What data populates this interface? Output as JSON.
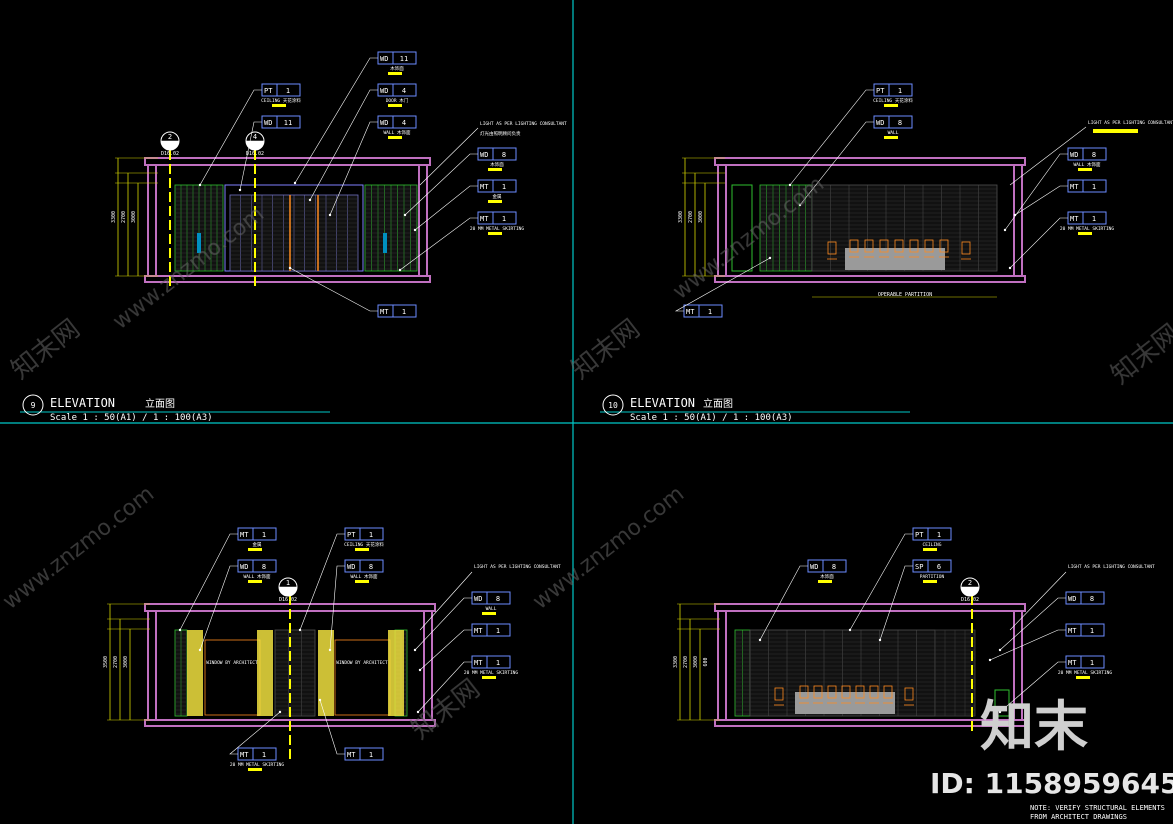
{
  "colors": {
    "background": "#000000",
    "frame": "#00c8c8",
    "tag_box": "#6c8cff",
    "leader": "#ffffff",
    "dim": "#d8d800",
    "wall": "#c070c0",
    "cabinet": "#30c030",
    "furniture": "#ff8a20",
    "yellow": "#ffff00",
    "watermark": "#555555"
  },
  "views": [
    {
      "title_number": "9",
      "title": "ELEVATION",
      "title_cn": "立面图",
      "scale": "Scale 1 : 50(A1) / 1 : 100(A3)",
      "section_markers": [
        {
          "num": "2",
          "ref": "D16.02"
        },
        {
          "num": "4",
          "ref": "D16.02"
        }
      ],
      "tags": [
        {
          "code": "WD",
          "num": "11",
          "sub": "木饰面"
        },
        {
          "code": "PT",
          "num": "1",
          "sub": "CEILING 天花涂料"
        },
        {
          "code": "WD",
          "num": "11",
          "sub": ""
        },
        {
          "code": "WD",
          "num": "4",
          "sub": "DOOR 木门"
        },
        {
          "code": "WD",
          "num": "4",
          "sub": "WALL 木饰面"
        },
        {
          "code": "WD",
          "num": "8",
          "sub": "木饰面"
        },
        {
          "code": "MT",
          "num": "1",
          "sub": "金属"
        },
        {
          "code": "MT",
          "num": "1",
          "sub": "20 MM METAL SKIRTING"
        },
        {
          "code": "MT",
          "num": "1",
          "sub": ""
        }
      ],
      "notes": [
        "LIGHT AS PER LIGHTING CONSULTANT",
        "灯光由照明顾问负责"
      ],
      "dims": [
        "3300",
        "2700",
        "3000"
      ]
    },
    {
      "title_number": "10",
      "title": "ELEVATION",
      "title_cn": "立面图",
      "scale": "Scale 1 : 50(A1) / 1 : 100(A3)",
      "tags": [
        {
          "code": "PT",
          "num": "1",
          "sub": "CEILING 天花涂料"
        },
        {
          "code": "WD",
          "num": "8",
          "sub": "WALL"
        },
        {
          "code": "WD",
          "num": "8",
          "sub": "WALL 木饰面"
        },
        {
          "code": "MT",
          "num": "1",
          "sub": ""
        },
        {
          "code": "MT",
          "num": "1",
          "sub": "20 MM METAL SKIRTING"
        },
        {
          "code": "MT",
          "num": "1",
          "sub": ""
        }
      ],
      "notes": [
        "LIGHT AS PER LIGHTING CONSULTANT",
        "OPERABLE PARTITION"
      ],
      "dims": [
        "3300",
        "2700",
        "3000"
      ]
    },
    {
      "section_markers": [
        {
          "num": "1",
          "ref": "D16.02"
        }
      ],
      "tags": [
        {
          "code": "MT",
          "num": "1",
          "sub": "金属"
        },
        {
          "code": "PT",
          "num": "1",
          "sub": "CEILING 天花涂料"
        },
        {
          "code": "WD",
          "num": "8",
          "sub": "WALL 木饰面"
        },
        {
          "code": "WD",
          "num": "8",
          "sub": "WALL 木饰面"
        },
        {
          "code": "WD",
          "num": "8",
          "sub": "WALL"
        },
        {
          "code": "MT",
          "num": "1",
          "sub": ""
        },
        {
          "code": "MT",
          "num": "1",
          "sub": "20 MM METAL SKIRTING"
        },
        {
          "code": "MT",
          "num": "1",
          "sub": "20 MM METAL SKIRTING"
        },
        {
          "code": "MT",
          "num": "1",
          "sub": ""
        }
      ],
      "notes": [
        "LIGHT AS PER LIGHTING CONSULTANT",
        "WINDOW BY ARCHITECT",
        "WINDOW BY ARCHITECT"
      ],
      "dims": [
        "3500",
        "2700",
        "3000"
      ]
    },
    {
      "section_markers": [
        {
          "num": "2",
          "ref": "D16.02"
        }
      ],
      "tags": [
        {
          "code": "PT",
          "num": "1",
          "sub": "CEILING"
        },
        {
          "code": "WD",
          "num": "8",
          "sub": "木饰面"
        },
        {
          "code": "SP",
          "num": "6",
          "sub": "PARTITION"
        },
        {
          "code": "WD",
          "num": "8",
          "sub": ""
        },
        {
          "code": "MT",
          "num": "1",
          "sub": ""
        },
        {
          "code": "MT",
          "num": "1",
          "sub": "20 MM METAL SKIRTING"
        }
      ],
      "notes": [
        "LIGHT AS PER LIGHTING CONSULTANT"
      ],
      "dims": [
        "3300",
        "2700",
        "3000",
        "600"
      ]
    }
  ],
  "watermark": {
    "site": "www.znzmo.com",
    "brand": "知末网",
    "logo_text": "知末",
    "id_label": "ID: 1158959645"
  },
  "footer_note": [
    "NOTE: VERIFY STRUCTURAL ELEMENTS",
    "FROM ARCHITECT DRAWINGS"
  ]
}
